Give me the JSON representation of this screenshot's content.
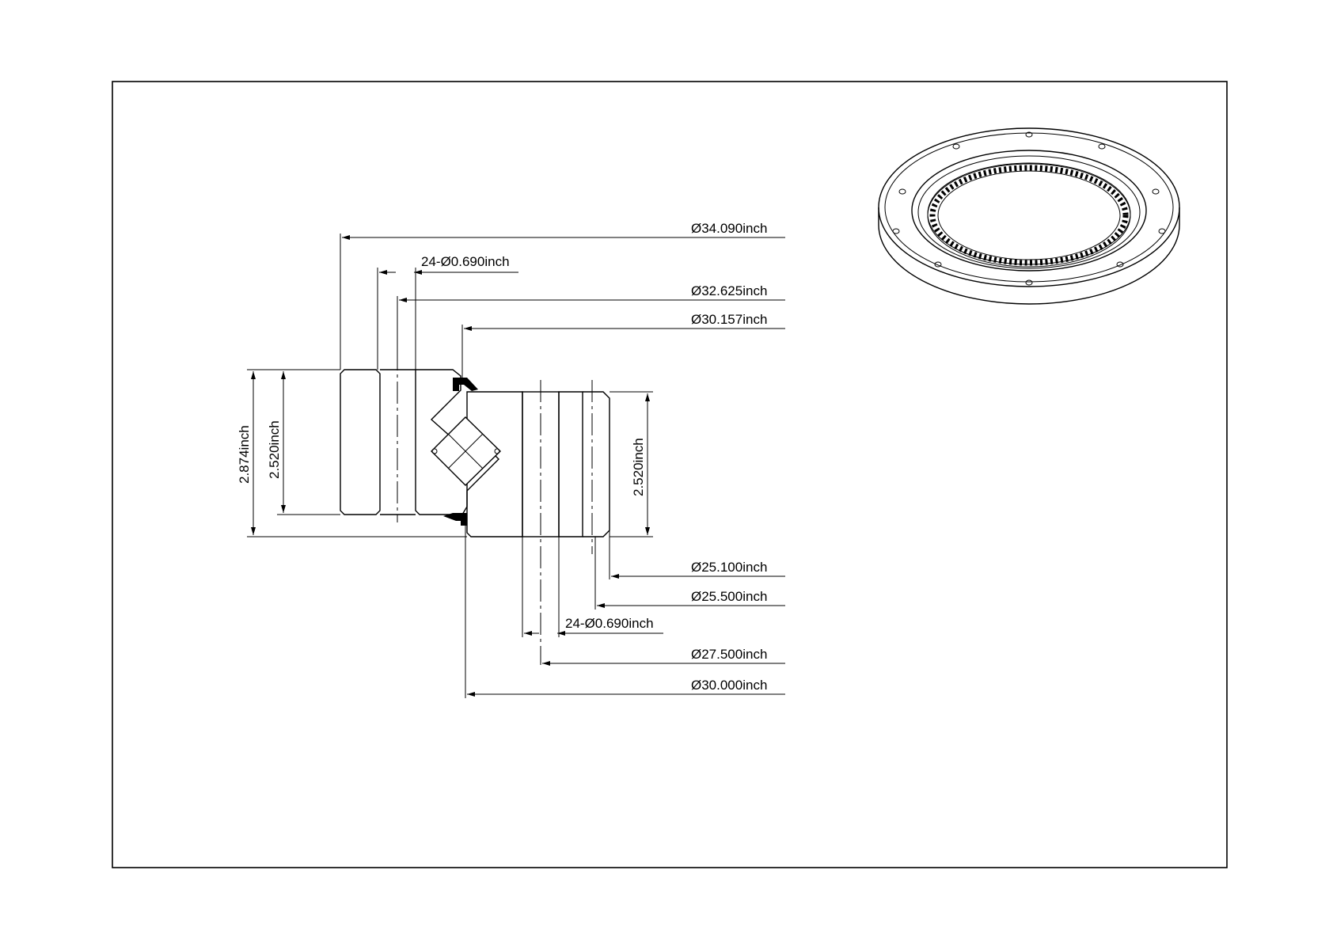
{
  "colors": {
    "line": "#000000",
    "background": "#ffffff"
  },
  "dimensions": {
    "outer_diameter": "Ø34.090inch",
    "outer_holes": "24-Ø0.690inch",
    "outer_bolt_circle": "Ø32.625inch",
    "seal_diameter": "Ø30.157inch",
    "gear_root_diameter": "Ø25.100inch",
    "gear_tip_diameter": "Ø25.500inch",
    "inner_holes": "24-Ø0.690inch",
    "inner_bolt_circle": "Ø27.500inch",
    "inner_ring_outer_diameter": "Ø30.000inch",
    "total_height": "2.874inch",
    "outer_ring_height": "2.520inch",
    "inner_ring_height": "2.520inch"
  },
  "views": {
    "section": "section-view",
    "isometric": "isometric-view"
  }
}
